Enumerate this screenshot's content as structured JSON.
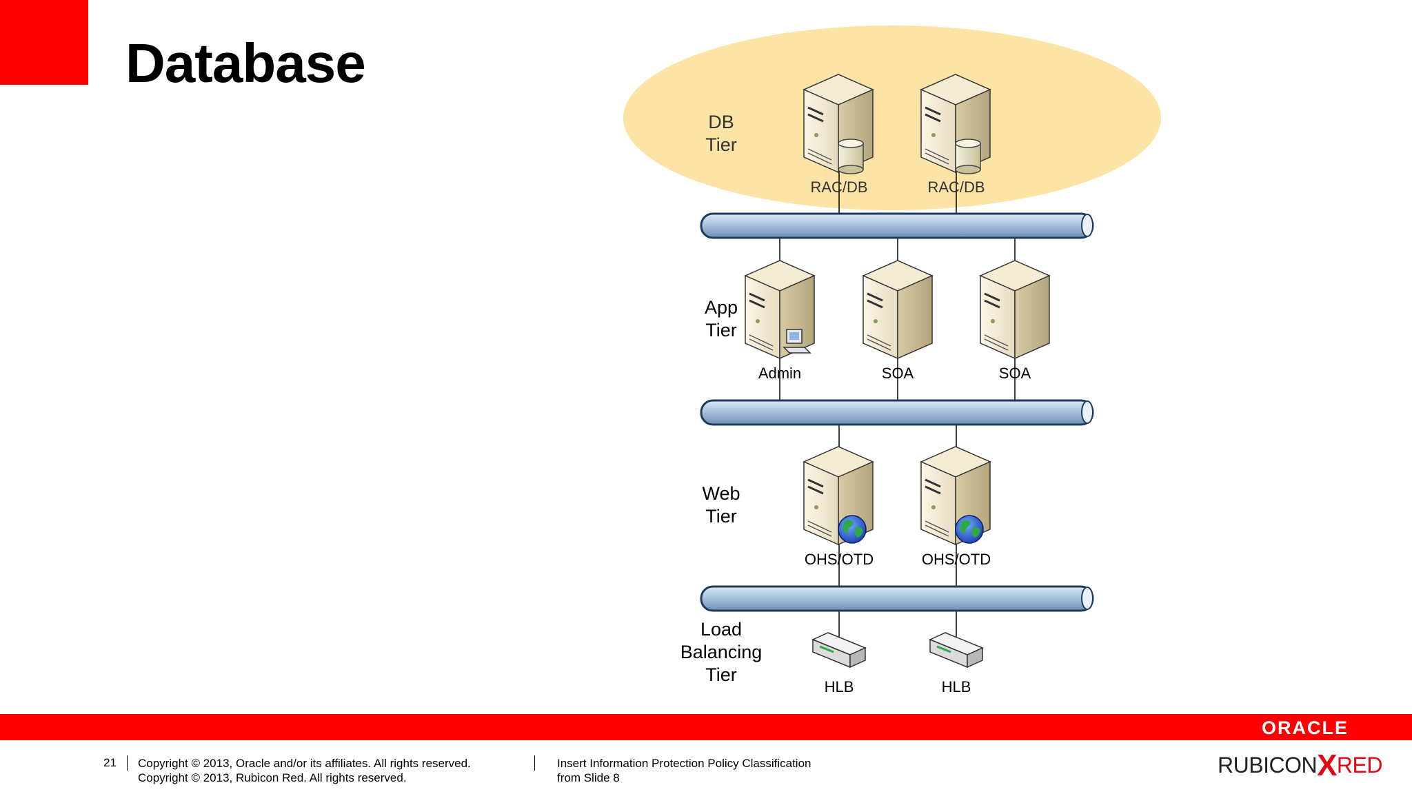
{
  "title": "Database",
  "tiers": [
    {
      "line1": "DB",
      "line2": "Tier"
    },
    {
      "line1": "App",
      "line2": "Tier"
    },
    {
      "line1": "Web",
      "line2": "Tier"
    },
    {
      "line1": "Load",
      "line2": "Balancing",
      "line3": "Tier"
    }
  ],
  "db_nodes": [
    "RAC/DB",
    "RAC/DB"
  ],
  "app_nodes": [
    "Admin",
    "SOA",
    "SOA"
  ],
  "web_nodes": [
    "OHS/OTD",
    "OHS/OTD"
  ],
  "lb_nodes": [
    "HLB",
    "HLB"
  ],
  "footer": {
    "page_number": "21",
    "copyright_oracle": "Copyright © 2013, Oracle and/or its affiliates. All rights reserved.",
    "copyright_rubicon": "Copyright © 2013, Rubicon Red. All rights reserved.",
    "policy_line1": "Insert Information Protection Policy Classification",
    "policy_line2": "from Slide 8",
    "oracle_logo": "ORACLE",
    "rubicon_logo_left": "RUBICON",
    "rubicon_logo_x": "X",
    "rubicon_logo_right": "RED"
  },
  "colors": {
    "brand_red": "#ff0000",
    "db_ellipse": "#fbe4a6",
    "bus_fill": "#a9c3e0",
    "bus_stroke": "#1f3b5c"
  }
}
